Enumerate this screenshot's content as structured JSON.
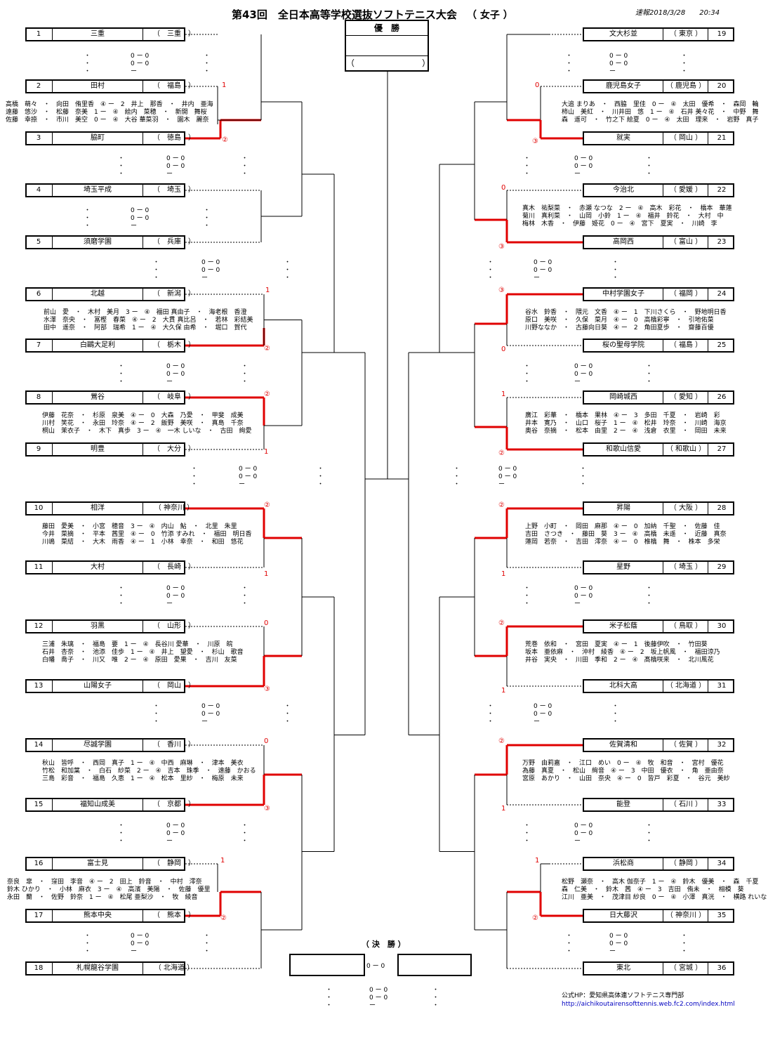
{
  "header": {
    "title": "第43回　全日本高等学校選抜ソフトテニス大会",
    "gender": "（ 女子 ）",
    "flash": "速報2018/3/28　　20:34"
  },
  "champion": {
    "title": "優　勝",
    "paren": "（　　　　　　　　）"
  },
  "final": {
    "title": "（ 決　勝 ）",
    "score": "0 ー 0"
  },
  "footer": {
    "label": "公式HP：愛知県高体連ソフトテニス専門部",
    "url": "http://aichikoutairensofttennis.web.fc2.com/index.html"
  },
  "teams": [
    {
      "num": "1",
      "name": "三重",
      "pref": "（　三重　）"
    },
    {
      "num": "2",
      "name": "田村",
      "pref": "（　福島　）"
    },
    {
      "num": "3",
      "name": "脇町",
      "pref": "（　徳島　）"
    },
    {
      "num": "4",
      "name": "埼玉平成",
      "pref": "（　埼玉　）"
    },
    {
      "num": "5",
      "name": "須磨学園",
      "pref": "（　兵庫　）"
    },
    {
      "num": "6",
      "name": "北越",
      "pref": "（　新潟　）"
    },
    {
      "num": "7",
      "name": "白鷗大足利",
      "pref": "（　栃木　）"
    },
    {
      "num": "8",
      "name": "鶯谷",
      "pref": "（　岐阜　）"
    },
    {
      "num": "9",
      "name": "明豊",
      "pref": "（　大分　）"
    },
    {
      "num": "10",
      "name": "相洋",
      "pref": "（ 神奈川 ）"
    },
    {
      "num": "11",
      "name": "大村",
      "pref": "（　長崎　）"
    },
    {
      "num": "12",
      "name": "羽黒",
      "pref": "（　山形　）"
    },
    {
      "num": "13",
      "name": "山陽女子",
      "pref": "（　岡山　）"
    },
    {
      "num": "14",
      "name": "尽誠学園",
      "pref": "（　香川　）"
    },
    {
      "num": "15",
      "name": "福知山成美",
      "pref": "（　京都　）"
    },
    {
      "num": "16",
      "name": "富士見",
      "pref": "（　静岡　）"
    },
    {
      "num": "17",
      "name": "熊本中央",
      "pref": "（　熊本　）"
    },
    {
      "num": "18",
      "name": "札幌龍谷学園",
      "pref": "（ 北海道 ）"
    },
    {
      "num": "19",
      "name": "文大杉並",
      "pref": "（ 東京 ）"
    },
    {
      "num": "20",
      "name": "鹿児島女子",
      "pref": "（ 鹿児島 ）"
    },
    {
      "num": "21",
      "name": "就実",
      "pref": "（ 岡山 ）"
    },
    {
      "num": "22",
      "name": "今治北",
      "pref": "（ 愛媛 ）"
    },
    {
      "num": "23",
      "name": "高岡西",
      "pref": "（ 富山 ）"
    },
    {
      "num": "24",
      "name": "中村学園女子",
      "pref": "（ 福岡 ）"
    },
    {
      "num": "25",
      "name": "桜の聖母学院",
      "pref": "（ 福島 ）"
    },
    {
      "num": "26",
      "name": "岡崎城西",
      "pref": "（ 愛知 ）"
    },
    {
      "num": "27",
      "name": "和歌山信愛",
      "pref": "（ 和歌山 ）"
    },
    {
      "num": "28",
      "name": "昇陽",
      "pref": "（ 大阪 ）"
    },
    {
      "num": "29",
      "name": "星野",
      "pref": "（ 埼玉 ）"
    },
    {
      "num": "30",
      "name": "米子松蔭",
      "pref": "（ 鳥取 ）"
    },
    {
      "num": "31",
      "name": "北科大高",
      "pref": "（ 北海道 ）"
    },
    {
      "num": "32",
      "name": "佐賀清和",
      "pref": "（ 佐賀 ）"
    },
    {
      "num": "33",
      "name": "能登",
      "pref": "（ 石川 ）"
    },
    {
      "num": "34",
      "name": "浜松商",
      "pref": "（ 静岡 ）"
    },
    {
      "num": "35",
      "name": "日大藤沢",
      "pref": "（ 神奈川 ）"
    },
    {
      "num": "36",
      "name": "東北",
      "pref": "（ 宮城 ）"
    }
  ],
  "matches": [
    {
      "id": "2-3",
      "lines": [
        "高橋　萌々　・　向田　侑里香　④ ー　2　井上　那香　・　井内　亜海",
        "遠藤　悠沙　・　松藤　奈美　1 ー　④　絵内　菜穂　・　新開　舞桜",
        "佐藤　幸捺　・　市川　美空　0 ー　④　大谷 華菜羽　・　園木　麗奈"
      ]
    },
    {
      "id": "6-7",
      "lines": [
        "前山　愛　・　木村　美月　3 ー　④　福田 真由子　・　海老根　香澄",
        "水澤　奈央　・　冨樫　春菜　④ ー　2　大貫 真比呂　・　若林　彩結美",
        "田中　遥奈　・　阿部　瑞希　1 ー　④　大久保 由希　・　堀口　賀代"
      ]
    },
    {
      "id": "8-9",
      "lines": [
        "伊藤　花奈　・　杉原　泉美　④ ー　0　大森　乃愛　・　甲斐　成美",
        "川村　笑花　・　永田　玲奈　④ ー　2　飯野　美咲　・　真島　千奈",
        "桐山　茉衣子　・　木下　真歩　3 ー　④　一木 しいな　・　古田　絢愛"
      ]
    },
    {
      "id": "10-11",
      "lines": [
        "藤田　愛美　・　小宮　穂音　3 ー　④　内山　鮎　・　北里　朱里",
        "今井　菜摘　・　平本　茜里　④ ー　0　竹添 すみれ　・　福田　明日香",
        "川嶋　菜結　・　大木　雨香　④ ー　1　小林　幸奈　・　和田　悠花"
      ]
    },
    {
      "id": "12-13",
      "lines": [
        "三浦　朱璃　・　福島　要　1 ー　④　長谷川 愛華　・　川原　皖",
        "石井　杏奈　・　池添　佳歩　1 ー　④　井上　望愛　・　杉山　歌音",
        "白幡　喬子　・　川又　唯　2 ー　④　原田　愛果　・　吉川　友菜"
      ]
    },
    {
      "id": "14-15",
      "lines": [
        "秋山　皆呼　・　西岡　真子　1 ー　④　中西　麻琳　・　津本　美衣",
        "竹松　和加葉　・　白石　紗菜　2 ー　④　吉本　珠季　・　遠藤　かおる",
        "三島　彩音　・　福島　久恵　1 ー　④　松本　里紗　・　梅原　未来"
      ]
    },
    {
      "id": "16-17",
      "lines": [
        "奈良　皐　・　窪田　李音　④ ー　2　田上　鈴音　・　中村　澪奈",
        "鈴木 ひかり　・　小林　麻衣　3 ー　④　高濱　美陽　・　佐藤　優里",
        "永田　蘭　・　佐野　鈴奈　1 ー　④　松尾 亜梨沙　・　牧　綾音"
      ]
    },
    {
      "id": "20-21",
      "lines": [
        "大追 まりあ　・　西脇　里佳　0 ー　④　太田　優希　・　森岡　輪",
        "柿山　美紅　・　川井田　悠　1 ー　④　石井 美々花　・　中野　舞",
        "森　遥可　・　竹之下 絵夏　0 ー　④　太田　理来　・　岩野　真子"
      ]
    },
    {
      "id": "22-23",
      "lines": [
        "真木　祐梨菜　・　赤瀬 なつな　2 ー　④　高木　彩花　・　橋本　華蓮",
        "菊川　真利菜　・　山岡　小鈴　1 ー　④　福井　鈴花　・　大村　中",
        "梅林　木香　・　伊藤　姫花　0 ー　④　宮下　夏実　・　川崎　李"
      ]
    },
    {
      "id": "24-25",
      "lines": [
        "谷水　鈴香　・　隈元　文香　④ ー　1　下川さくら　・　野地明日香",
        "原口　美咲　・　久保　菜月　④ ー　0　高橋彩寧　・　引地佑菜",
        "川野ななか　・　古藤向日葵　④ ー　2　角田夏歩　・　齋藤百優"
      ]
    },
    {
      "id": "26-27",
      "lines": [
        "廣江　彩華　・　橋本　果林　④ ー　3　多田　千夏　・　岩崎　彩",
        "井本　寛乃　・　山口　桜子　1 ー　④　松井　玲奈　・　川崎　海京",
        "奥谷　奈摘　・　松本　由里　2 ー　④　浅倉　衣里　・　岡田　未来"
      ]
    },
    {
      "id": "28-29",
      "lines": [
        "上野　小町　・　岡田　麻那　④ ー　0　加納　千聖　・　佐藤　佳",
        "吉田　さつき　・　藤田　葵　3 ー　④　高橋　未遥　・　近藤　真奈",
        "蓮岡　若奈　・　吉田　澪奈　④ ー　0　椎橋　舞　・　株本　多栄"
      ]
    },
    {
      "id": "30-31",
      "lines": [
        "荒巻　依和　・　宮田　夏実　④ ー　1　後藤伊吹　・　竹田葵",
        "坂本　亜依麻　・　沖村　綾香　④ ー　2　坂上帆風　・　福田涼乃",
        "井谷　実央　・　川田　季和　2 ー　④　髙橋咲来　・　北川風花"
      ]
    },
    {
      "id": "32-33",
      "lines": [
        "万野　由莉嘉　・　江口　めい　0 ー　④　牧　和音　・　宮村　優花",
        "為藤　真夏　・　松山　絢音　④ ー　3　中田　優衣　・　角　亜由奈",
        "宮原　あかり　・　山田　奈央　④ ー　0　皆戸　彩夏　・　谷元　美紗"
      ]
    },
    {
      "id": "34-35",
      "lines": [
        "松野　瀬奈　・　高木 伽奈子　1 ー　④　鈴木　優美　・　森　千夏",
        "森　仁美　・　鈴木　茜　④ ー　3　吉田　侑未　・　相模　葵",
        "江川　亜美　・　茂津目 紗良　0 ー　④　小澤　真洸　・　横路 れいな"
      ]
    }
  ],
  "placeholder": {
    "dot": "・",
    "score": "0 ー 0",
    "dash": "ー"
  },
  "marks": {
    "win": "②",
    "win3": "③",
    "lose0": "0",
    "lose1": "1"
  }
}
